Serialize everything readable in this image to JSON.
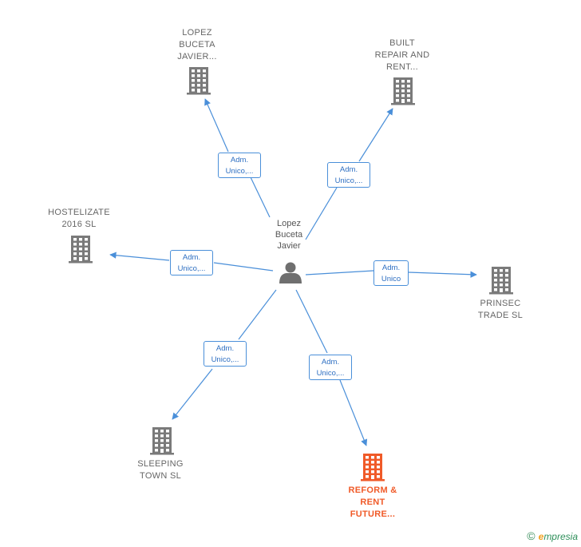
{
  "center": {
    "lines": [
      "Lopez",
      "Buceta",
      "Javier"
    ]
  },
  "nodes": [
    {
      "id": "lopez-buceta-javier",
      "lines": [
        "LOPEZ",
        "BUCETA",
        "JAVIER..."
      ],
      "highlight": false
    },
    {
      "id": "built-repair-and-rent",
      "lines": [
        "BUILT",
        "REPAIR AND",
        "RENT..."
      ],
      "highlight": false
    },
    {
      "id": "hostelizate-2016-sl",
      "lines": [
        "HOSTELIZATE",
        "2016  SL"
      ],
      "highlight": false
    },
    {
      "id": "prinsec-trade-sl",
      "lines": [
        "PRINSEC",
        "TRADE  SL"
      ],
      "highlight": false
    },
    {
      "id": "sleeping-town-sl",
      "lines": [
        "SLEEPING",
        "TOWN  SL"
      ],
      "highlight": false
    },
    {
      "id": "reform-and-rent-future",
      "lines": [
        "REFORM &",
        "RENT",
        "FUTURE..."
      ],
      "highlight": true
    }
  ],
  "edges": [
    {
      "to": "lopez-buceta-javier",
      "lines": [
        "Adm.",
        "Unico,..."
      ]
    },
    {
      "to": "built-repair-and-rent",
      "lines": [
        "Adm.",
        "Unico,..."
      ]
    },
    {
      "to": "hostelizate-2016-sl",
      "lines": [
        "Adm.",
        "Unico,..."
      ]
    },
    {
      "to": "prinsec-trade-sl",
      "lines": [
        "Adm.",
        "Unico"
      ]
    },
    {
      "to": "sleeping-town-sl",
      "lines": [
        "Adm.",
        "Unico,..."
      ]
    },
    {
      "to": "reform-and-rent-future",
      "lines": [
        "Adm.",
        "Unico,..."
      ]
    }
  ],
  "colors": {
    "edge": "#4a8fd9",
    "building": "#7a7a7a",
    "highlight": "#f05a28",
    "person": "#6f6f6f"
  },
  "footer": {
    "copyright": "©",
    "brand_initial": "e",
    "brand_rest": "mpresia"
  }
}
